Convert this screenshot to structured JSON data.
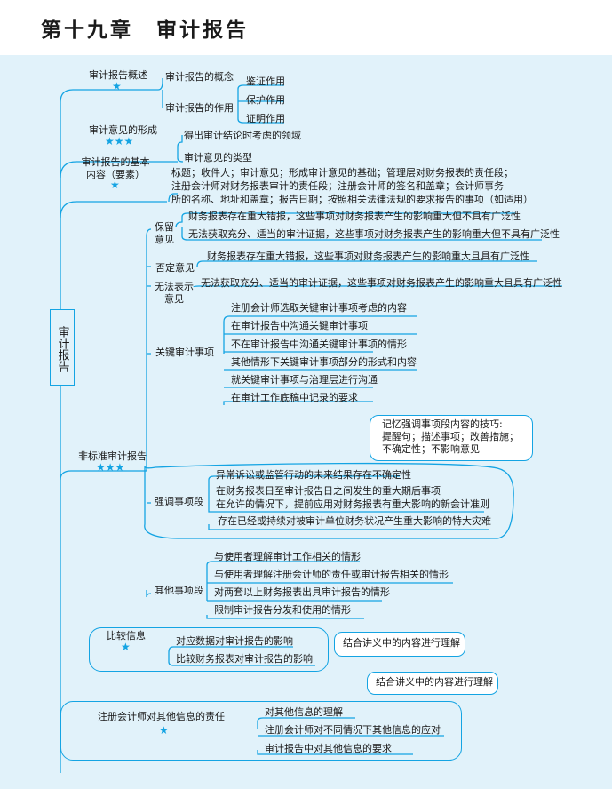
{
  "title": "第十九章　审计报告",
  "root": "审计报告",
  "overview": {
    "label": "审计报告概述",
    "stars": "★",
    "concept": "审计报告的概念",
    "role": "审计报告的作用",
    "roles": [
      "鉴证作用",
      "保护作用",
      "证明作用"
    ]
  },
  "formation": {
    "label": "审计意见的形成",
    "stars": "★★★",
    "items": [
      "得出审计结论时考虑的领域",
      "审计意见的类型"
    ]
  },
  "content": {
    "label1": "审计报告的基本",
    "label2": "内容（要素）",
    "stars": "★",
    "lines": [
      "标题；收件人；审计意见；形成审计意见的基础；管理层对财务报表的责任段；",
      "注册会计师对财务报表审计的责任段；注册会计师的签名和盖章；会计师事务",
      "所的名称、地址和盖章；报告日期；按照相关法律法规的要求报告的事项（如适用）"
    ]
  },
  "nonstandard": {
    "label": "非标准审计报告",
    "stars": "★★★",
    "qualified": {
      "label1": "保留",
      "label2": "意见",
      "items": [
        "财务报表存在重大错报，这些事项对财务报表产生的影响重大但不具有广泛性",
        "无法获取充分、适当的审计证据，这些事项对财务报表产生的影响重大但不具有广泛性"
      ]
    },
    "adverse": {
      "label": "否定意见",
      "item": "财务报表存在重大错报，这些事项对财务报表产生的影响重大且具有广泛性"
    },
    "disclaimer": {
      "label1": "无法表示",
      "label2": "意见",
      "item": "无法获取充分、适当的审计证据，这些事项对财务报表产生的影响重大且具有广泛性"
    },
    "kam": {
      "label": "关键审计事项",
      "items": [
        "注册会计师选取关键审计事项考虑的内容",
        "在审计报告中沟通关键审计事项",
        "不在审计报告中沟通关键审计事项的情形",
        "其他情形下关键审计事项部分的形式和内容",
        "就关键审计事项与治理层进行沟通",
        "在审计工作底稿中记录的要求"
      ]
    },
    "emphasis": {
      "label": "强调事项段",
      "items": [
        "异常诉讼或监管行动的未来结果存在不确定性",
        "在财务报表日至审计报告日之间发生的重大期后事项",
        "在允许的情况下，提前应用对财务报表有重大影响的新会计准则",
        "存在已经或持续对被审计单位财务状况产生重大影响的特大灾难"
      ],
      "tip": [
        "记忆强调事项段内容的技巧:",
        "提醒句；描述事项；改善措施；",
        "不确定性；不影响意见"
      ]
    },
    "other": {
      "label": "其他事项段",
      "items": [
        "与使用者理解审计工作相关的情形",
        "与使用者理解注册会计师的责任或审计报告相关的情形",
        "对两套以上财务报表出具审计报告的情形",
        "限制审计报告分发和使用的情形"
      ]
    }
  },
  "comparative": {
    "label": "比较信息",
    "stars": "★",
    "items": [
      "对应数据对审计报告的影响",
      "比较财务报表对审计报告的影响"
    ],
    "tip": "结合讲义中的内容进行理解"
  },
  "otherinfo": {
    "label": "注册会计师对其他信息的责任",
    "stars": "★",
    "items": [
      "对其他信息的理解",
      "注册会计师对不同情况下其他信息的应对",
      "审计报告中对其他信息的要求"
    ],
    "tip": "结合讲义中的内容进行理解"
  }
}
